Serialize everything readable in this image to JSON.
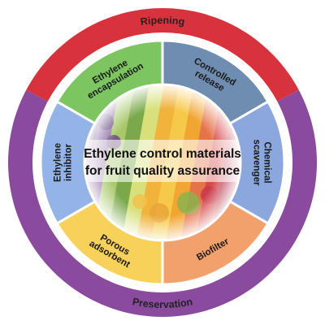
{
  "outer_ring": {
    "top_label": "Ripening",
    "bottom_label": "Preservation",
    "top_color": "#d8323c",
    "bottom_color": "#8a4a9e"
  },
  "center": {
    "title_line1": "Ethylene control materials",
    "title_line2": "for fruit quality assurance"
  },
  "segments": [
    {
      "lines": [
        "Ethylene",
        "encapsulation"
      ],
      "color": "#7cc560"
    },
    {
      "lines": [
        "Controlled",
        "release"
      ],
      "color": "#6f8db0"
    },
    {
      "lines": [
        "Chemical",
        "scavenger"
      ],
      "color": "#8ba7dd"
    },
    {
      "lines": [
        "Biofilter"
      ],
      "color": "#f2a16c"
    },
    {
      "lines": [
        "Porous",
        "adsorbent"
      ],
      "color": "#f7d15a"
    },
    {
      "lines": [
        "Ethylene",
        "inhibitor"
      ],
      "color": "#94b3e6"
    }
  ]
}
